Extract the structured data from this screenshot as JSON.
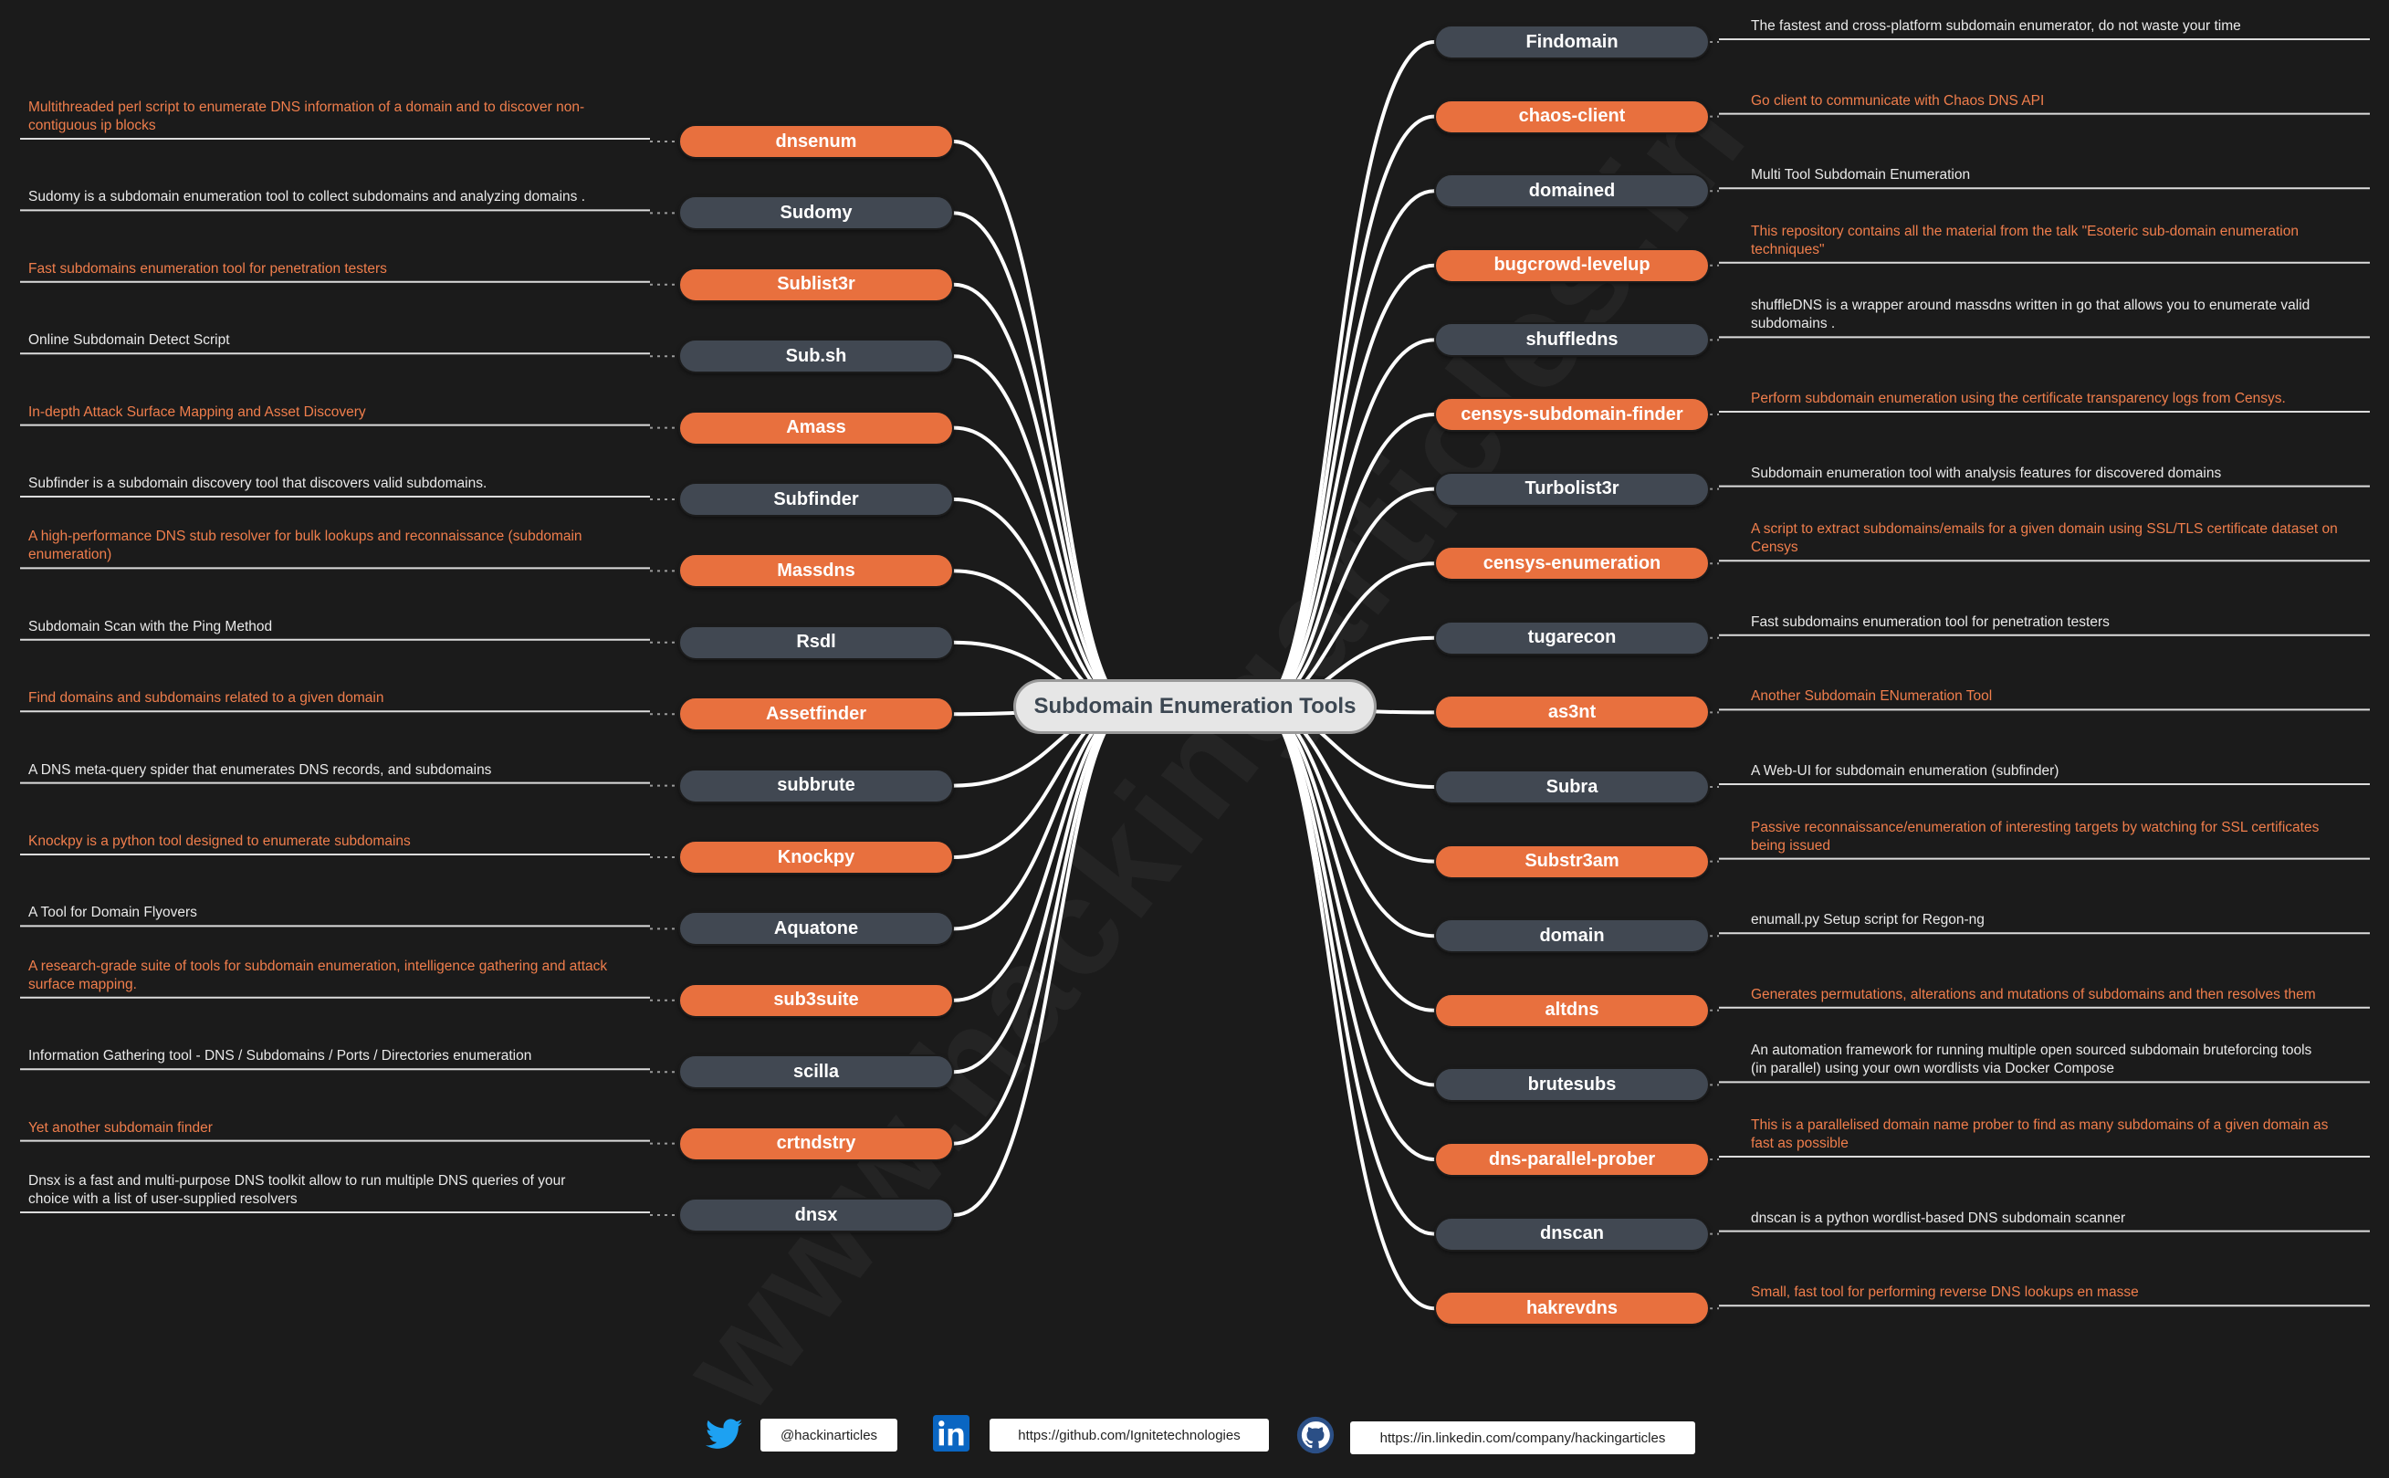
{
  "title": "Subdomain Enumeration Tools",
  "watermark": "www.hackingarticles.in",
  "colors": {
    "background": "#1b1b1b",
    "orange": "#e8703e",
    "gray": "#414852",
    "line": "#ffffff"
  },
  "left": [
    {
      "name": "dnsenum",
      "style": "orange",
      "desc": [
        "Multithreaded perl script to enumerate DNS information of a domain and to discover non-",
        "contiguous ip blocks"
      ]
    },
    {
      "name": "Sudomy",
      "style": "gray",
      "desc": [
        "Sudomy is a subdomain enumeration tool to collect subdomains and analyzing domains ."
      ]
    },
    {
      "name": "Sublist3r",
      "style": "orange",
      "desc": [
        "Fast subdomains enumeration tool for penetration testers"
      ]
    },
    {
      "name": "Sub.sh",
      "style": "gray",
      "desc": [
        "Online Subdomain Detect Script"
      ]
    },
    {
      "name": "Amass",
      "style": "orange",
      "desc": [
        "In-depth Attack Surface Mapping and Asset Discovery"
      ]
    },
    {
      "name": "Subfinder",
      "style": "gray",
      "desc": [
        "Subfinder is a subdomain discovery tool that discovers valid subdomains."
      ]
    },
    {
      "name": "Massdns",
      "style": "orange",
      "desc": [
        "A high-performance DNS stub resolver for bulk lookups and reconnaissance (subdomain",
        "enumeration)"
      ]
    },
    {
      "name": "Rsdl",
      "style": "gray",
      "desc": [
        "Subdomain Scan with the Ping Method"
      ]
    },
    {
      "name": "Assetfinder",
      "style": "orange",
      "desc": [
        "Find domains and subdomains related to a given domain"
      ]
    },
    {
      "name": "subbrute",
      "style": "gray",
      "desc": [
        "A DNS meta-query spider that enumerates DNS records, and subdomains"
      ]
    },
    {
      "name": "Knockpy",
      "style": "orange",
      "desc": [
        "Knockpy is a python tool designed to enumerate subdomains"
      ]
    },
    {
      "name": "Aquatone",
      "style": "gray",
      "desc": [
        "A Tool for Domain Flyovers"
      ]
    },
    {
      "name": "sub3suite",
      "style": "orange",
      "desc": [
        "A research-grade suite of tools for subdomain enumeration, intelligence gathering and attack",
        "surface mapping."
      ]
    },
    {
      "name": "scilla",
      "style": "gray",
      "desc": [
        "Information Gathering tool - DNS / Subdomains / Ports / Directories enumeration"
      ]
    },
    {
      "name": "crtndstry",
      "style": "orange",
      "desc": [
        "Yet another subdomain finder"
      ]
    },
    {
      "name": "dnsx",
      "style": "gray",
      "desc": [
        "Dnsx is a fast and multi-purpose DNS toolkit allow to run multiple DNS queries of your",
        "choice with a list of user-supplied resolvers"
      ]
    }
  ],
  "right": [
    {
      "name": "Findomain",
      "style": "gray",
      "desc": [
        "The fastest and cross-platform subdomain enumerator, do not waste your time"
      ]
    },
    {
      "name": "chaos-client",
      "style": "orange",
      "desc": [
        "Go client to communicate with Chaos DNS API"
      ]
    },
    {
      "name": "domained",
      "style": "gray",
      "desc": [
        "Multi Tool Subdomain Enumeration"
      ]
    },
    {
      "name": "bugcrowd-levelup",
      "style": "orange",
      "desc": [
        "This repository contains all the material from the talk \"Esoteric sub-domain enumeration",
        "techniques\""
      ]
    },
    {
      "name": "shuffledns",
      "style": "gray",
      "desc": [
        "shuffleDNS is a wrapper around massdns written in go that allows you to enumerate valid",
        "subdomains ."
      ]
    },
    {
      "name": "censys-subdomain-finder",
      "style": "orange",
      "desc": [
        "Perform subdomain enumeration using the certificate transparency logs from Censys."
      ]
    },
    {
      "name": "Turbolist3r",
      "style": "gray",
      "desc": [
        "Subdomain enumeration tool with analysis features for discovered domains"
      ]
    },
    {
      "name": "censys-enumeration",
      "style": "orange",
      "desc": [
        "A script to extract subdomains/emails for a given domain using SSL/TLS certificate dataset on",
        "Censys"
      ]
    },
    {
      "name": "tugarecon",
      "style": "gray",
      "desc": [
        "Fast subdomains enumeration tool for penetration testers"
      ]
    },
    {
      "name": "as3nt",
      "style": "orange",
      "desc": [
        "Another Subdomain ENumeration Tool"
      ]
    },
    {
      "name": "Subra",
      "style": "gray",
      "desc": [
        "A Web-UI for subdomain enumeration (subfinder)"
      ]
    },
    {
      "name": "Substr3am",
      "style": "orange",
      "desc": [
        "Passive reconnaissance/enumeration of interesting targets by watching for SSL certificates",
        "being issued"
      ]
    },
    {
      "name": "domain",
      "style": "gray",
      "desc": [
        "enumall.py Setup script for Regon-ng"
      ]
    },
    {
      "name": "altdns",
      "style": "orange",
      "desc": [
        "Generates permutations, alterations and mutations of subdomains and then resolves them"
      ]
    },
    {
      "name": "brutesubs",
      "style": "gray",
      "desc": [
        "An automation framework for running multiple open sourced subdomain bruteforcing tools",
        "(in parallel) using your own wordlists via Docker Compose"
      ]
    },
    {
      "name": "dns-parallel-prober",
      "style": "orange",
      "desc": [
        "This is a parallelised domain name prober to find as many subdomains of a given domain as",
        "fast as possible"
      ]
    },
    {
      "name": "dnscan",
      "style": "gray",
      "desc": [
        "dnscan is a python wordlist-based DNS subdomain scanner"
      ]
    },
    {
      "name": "hakrevdns",
      "style": "orange",
      "desc": [
        "Small, fast tool for performing reverse DNS lookups en masse"
      ]
    }
  ],
  "footer": {
    "twitter": {
      "icon": "twitter-icon",
      "label": "@hackinarticles"
    },
    "linkedin": {
      "icon": "linkedin-icon",
      "label": "https://github.com/Ignitetechnologies"
    },
    "github": {
      "icon": "github-icon",
      "label": "https://in.linkedin.com/company/hackingarticles"
    }
  }
}
